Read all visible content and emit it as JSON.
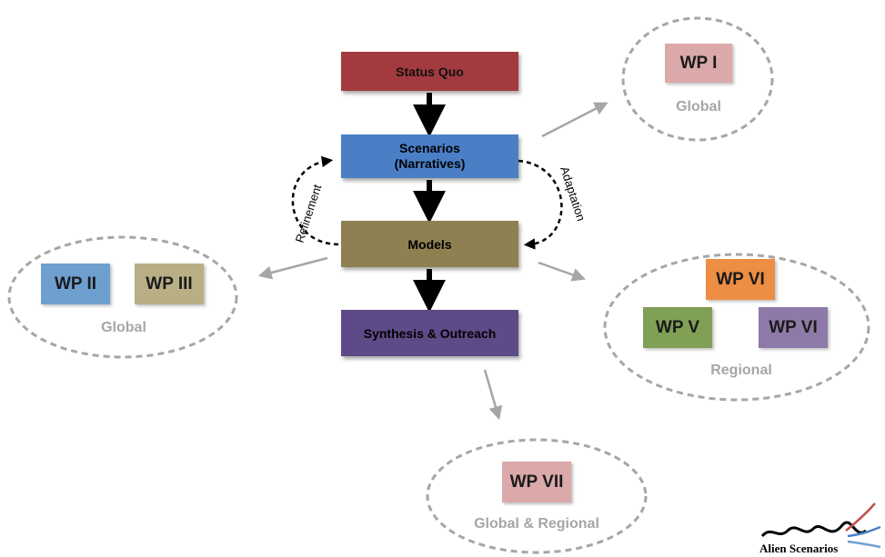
{
  "boxes": {
    "status_quo": "Status Quo",
    "scenarios_line1": "Scenarios",
    "scenarios_line2": "(Narratives)",
    "models": "Models",
    "synthesis": "Synthesis & Outreach"
  },
  "cycle_labels": {
    "refinement": "Refinement",
    "adaptation": "Adaptation"
  },
  "groups": {
    "top_right": {
      "items": [
        "WP I"
      ],
      "caption": "Global"
    },
    "left": {
      "items": [
        "WP II",
        "WP III"
      ],
      "caption": "Global"
    },
    "right": {
      "items": [
        "WP VI",
        "WP V",
        "WP VI"
      ],
      "caption": "Regional"
    },
    "bottom": {
      "items": [
        "WP VII"
      ],
      "caption": "Global & Regional"
    }
  },
  "logo": {
    "text": "Alien Scenarios"
  },
  "colors": {
    "status_quo": "#a33a3f",
    "scenarios": "#4a7fc6",
    "models": "#8e8050",
    "synthesis": "#5d4a86",
    "wp_pink": "#dba9aa",
    "wp_blue": "#6e9fcf",
    "wp_khaki": "#b8af84",
    "wp_orange": "#ee8d44",
    "wp_green": "#7fa055",
    "wp_purple": "#8e7aa8",
    "ellipse_border": "#a6a6a6",
    "connector_gray": "#a6a6a6"
  }
}
